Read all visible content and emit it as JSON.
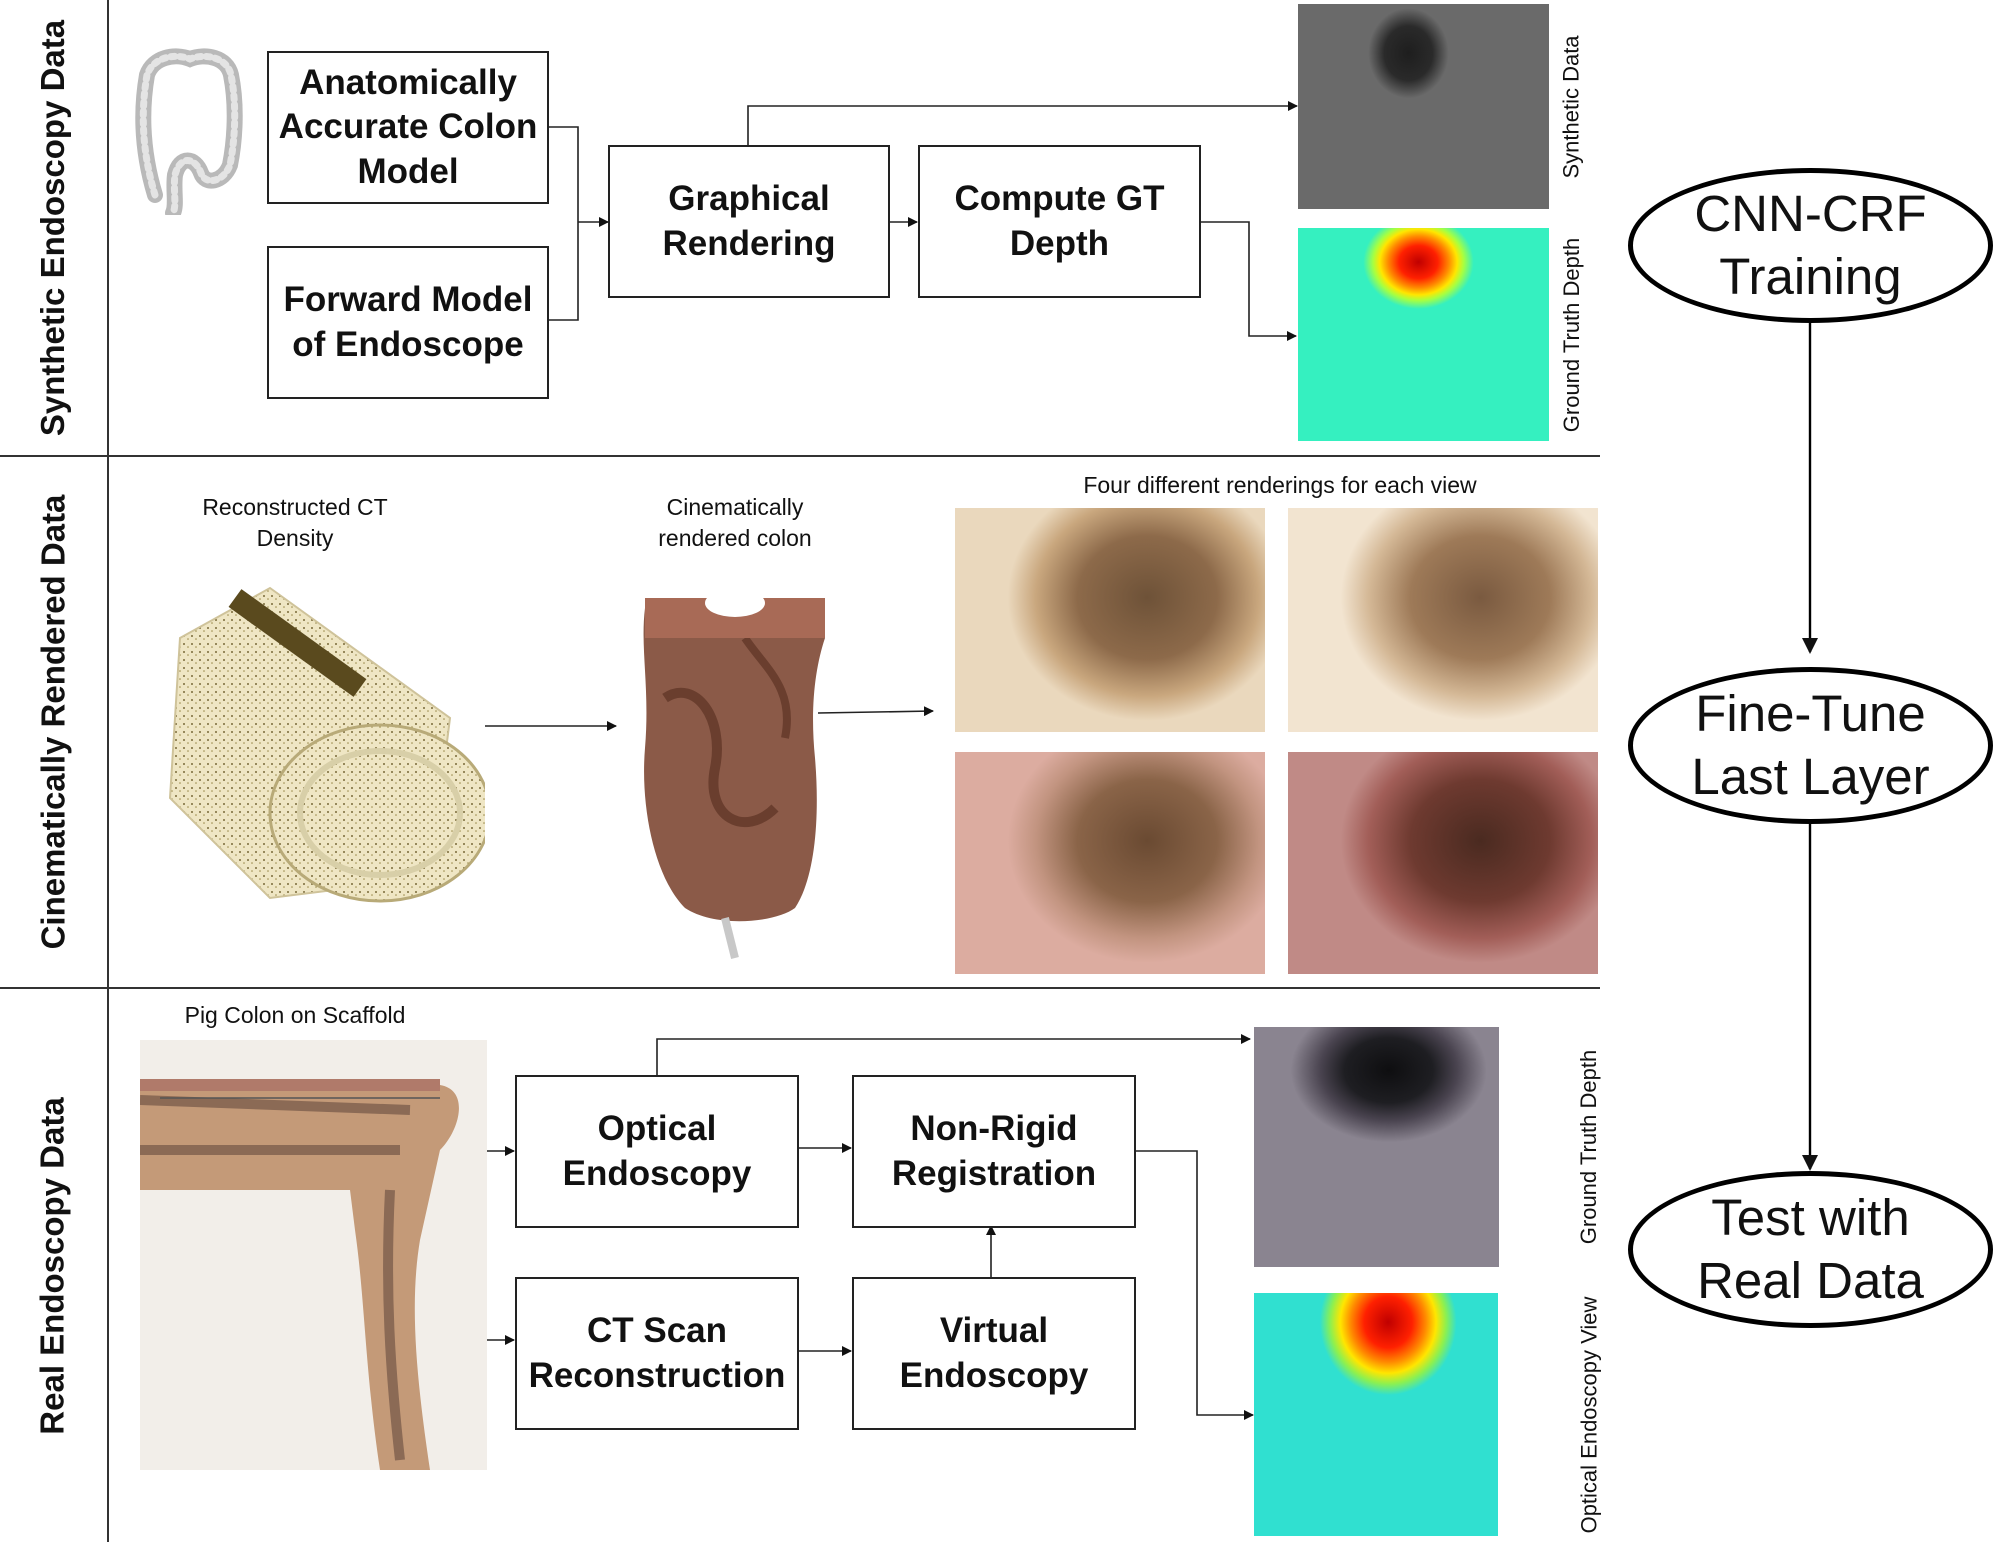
{
  "rows": {
    "synthetic": "Synthetic Endoscopy Data",
    "cinematic": "Cinematically Rendered Data",
    "real": "Real Endoscopy Data"
  },
  "synthetic": {
    "box_colon_model": "Anatomically\nAccurate Colon\nModel",
    "box_forward_model": "Forward Model\nof Endoscope",
    "box_rendering": "Graphical\nRendering",
    "box_gt_depth": "Compute GT\nDepth",
    "label_synthetic_data": "Synthetic Data",
    "label_ground_truth_depth": "Ground Truth Depth"
  },
  "cinematic": {
    "caption_ct_density": "Reconstructed CT\nDensity",
    "caption_rendered_colon": "Cinematically\nrendered colon",
    "caption_renderings": "Four different renderings for each view"
  },
  "real": {
    "caption_pig_colon": "Pig Colon on Scaffold",
    "box_optical": "Optical\nEndoscopy",
    "box_ct_scan": "CT Scan\nReconstruction",
    "box_registration": "Non-Rigid\nRegistration",
    "box_virtual": "Virtual\nEndoscopy",
    "label_ground_truth_depth": "Ground Truth Depth",
    "label_optical_view": "Optical Endoscopy View"
  },
  "pipeline": {
    "training": "CNN-CRF\nTraining",
    "finetune": "Fine-Tune\nLast Layer",
    "test": "Test with\nReal Data"
  },
  "colors": {
    "line": "#222222",
    "depth_low": "#1a2cff",
    "depth_high": "#ff1a00",
    "tissue_tan": "#c8a47e",
    "colon_brown": "#8b5a48"
  }
}
